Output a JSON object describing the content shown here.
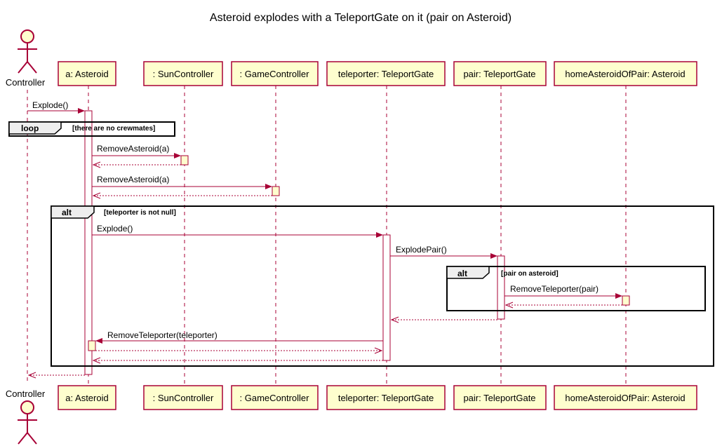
{
  "diagram": {
    "title": "Asteroid explodes with a TeleportGate on it (pair on Asteroid)",
    "actor": {
      "name": "Controller"
    },
    "participants": [
      {
        "id": "asteroid",
        "label": "a: Asteroid"
      },
      {
        "id": "sun",
        "label": ": SunController"
      },
      {
        "id": "game",
        "label": ": GameController"
      },
      {
        "id": "teleporter",
        "label": "teleporter: TeleportGate"
      },
      {
        "id": "pair",
        "label": "pair: TeleportGate"
      },
      {
        "id": "home",
        "label": "homeAsteroidOfPair: Asteroid"
      }
    ],
    "messages": [
      {
        "label": "Explode()"
      },
      {
        "label": "RemoveAsteroid(a)"
      },
      {
        "label": "RemoveAsteroid(a)"
      },
      {
        "label": "Explode()"
      },
      {
        "label": "ExplodePair()"
      },
      {
        "label": "RemoveTeleporter(pair)"
      },
      {
        "label": "RemoveTeleporter(teleporter)"
      }
    ],
    "fragments": [
      {
        "operator": "loop",
        "guard": "[there are no crewmates]"
      },
      {
        "operator": "alt",
        "guard": "[teleporter is not null]"
      },
      {
        "operator": "alt",
        "guard": "[pair on asteroid]"
      }
    ]
  }
}
